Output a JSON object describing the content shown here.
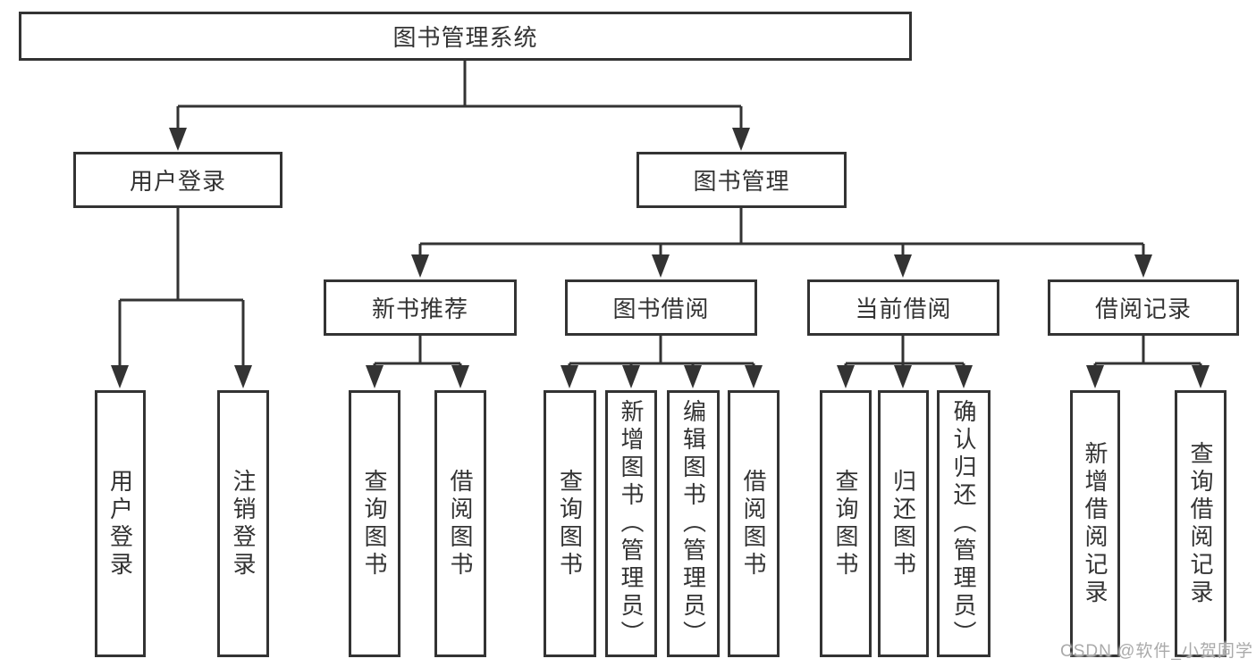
{
  "diagram": {
    "root": {
      "label": "图书管理系统"
    },
    "branches": [
      {
        "label": "用户登录",
        "children": [
          {
            "label": "用户登录"
          },
          {
            "label": "注销登录"
          }
        ]
      },
      {
        "label": "图书管理",
        "children": [
          {
            "label": "新书推荐",
            "children": [
              {
                "label": "查询图书"
              },
              {
                "label": "借阅图书"
              }
            ]
          },
          {
            "label": "图书借阅",
            "children": [
              {
                "label": "查询图书"
              },
              {
                "label": "新增图书（管理员）"
              },
              {
                "label": "编辑图书（管理员）"
              },
              {
                "label": "借阅图书"
              }
            ]
          },
          {
            "label": "当前借阅",
            "children": [
              {
                "label": "查询图书"
              },
              {
                "label": "归还图书"
              },
              {
                "label": "确认归还（管理员）"
              }
            ]
          },
          {
            "label": "借阅记录",
            "children": [
              {
                "label": "新增借阅记录"
              },
              {
                "label": "查询借阅记录"
              }
            ]
          }
        ]
      }
    ]
  },
  "watermark": {
    "text": "CSDN @软件_小贺同学"
  },
  "colors": {
    "line": "#333333",
    "text": "#333333",
    "box_border": "#333333",
    "watermark": "#aaaaaa",
    "background": "#ffffff"
  }
}
